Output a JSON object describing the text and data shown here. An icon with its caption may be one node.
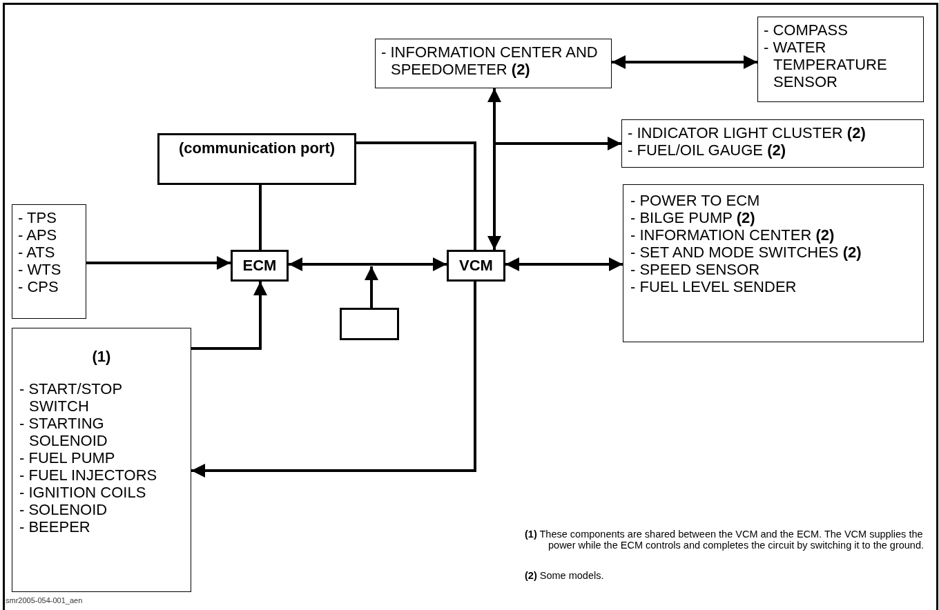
{
  "diagram": {
    "nodes": [
      {
        "text": [
          "(communication port)"
        ]
      },
      {
        "text": [
          "- TPS",
          "- APS",
          "- ATS",
          "- WTS",
          "- CPS"
        ]
      },
      {
        "text": [
          "ECM"
        ]
      },
      {
        "text": [
          "VCM"
        ]
      },
      {
        "text": [],
        "shape": "box"
      },
      {
        "text": [
          "(1)",
          "- START/STOP SWITCH",
          "- STARTING SOLENOID",
          "- FUEL PUMP",
          "- FUEL INJECTORS",
          "- IGNITION COILS",
          "- SOLENOID",
          "- BEEPER"
        ]
      },
      {
        "text": [
          "- INFORMATION CENTER AND SPEEDOMETER **(2)**"
        ]
      },
      {
        "text": [
          "- COMPASS",
          "- WATER TEMPERATURE SENSOR"
        ]
      },
      {
        "text": [
          "- INDICATOR LIGHT CLUSTER **(2)**",
          "- FUEL/OIL GAUGE **(2)**"
        ]
      },
      {
        "text": [
          "- POWER TO ECM",
          "- BILGE PUMP **(2)**",
          "- INFORMATION CENTER **(2)**",
          "- SET AND MODE SWITCHES **(2)**",
          "- SPEED SENSOR",
          "- FUEL LEVEL SENDER"
        ]
      }
    ],
    "edges": [
      {
        "from": 1,
        "to": 2,
        "arrow": "to"
      },
      {
        "from": 5,
        "to": 2,
        "arrow": "to"
      },
      {
        "from": 0,
        "to": 2,
        "arrow": "none"
      },
      {
        "from": 0,
        "to": 3,
        "arrow": "none"
      },
      {
        "from": 2,
        "to": 3,
        "arrow": "both"
      },
      {
        "from": 4,
        "to": null,
        "arrow": "to"
      },
      {
        "from": 3,
        "to": 5,
        "arrow": "to"
      },
      {
        "from": 6,
        "to": 7,
        "arrow": "both"
      },
      {
        "from": 6,
        "to": 3,
        "arrow": "both"
      },
      {
        "from": 3,
        "to": 8,
        "arrow": "to"
      },
      {
        "from": 3,
        "to": 9,
        "arrow": "both"
      }
    ],
    "labels": [
      "**(1)** These components are shared between the VCM and the ECM. The VCM supplies the power while the ECM controls and completes the circuit by switching it to the ground.",
      "**(2)** Some models.",
      "smr2005-054-001_aen"
    ]
  }
}
